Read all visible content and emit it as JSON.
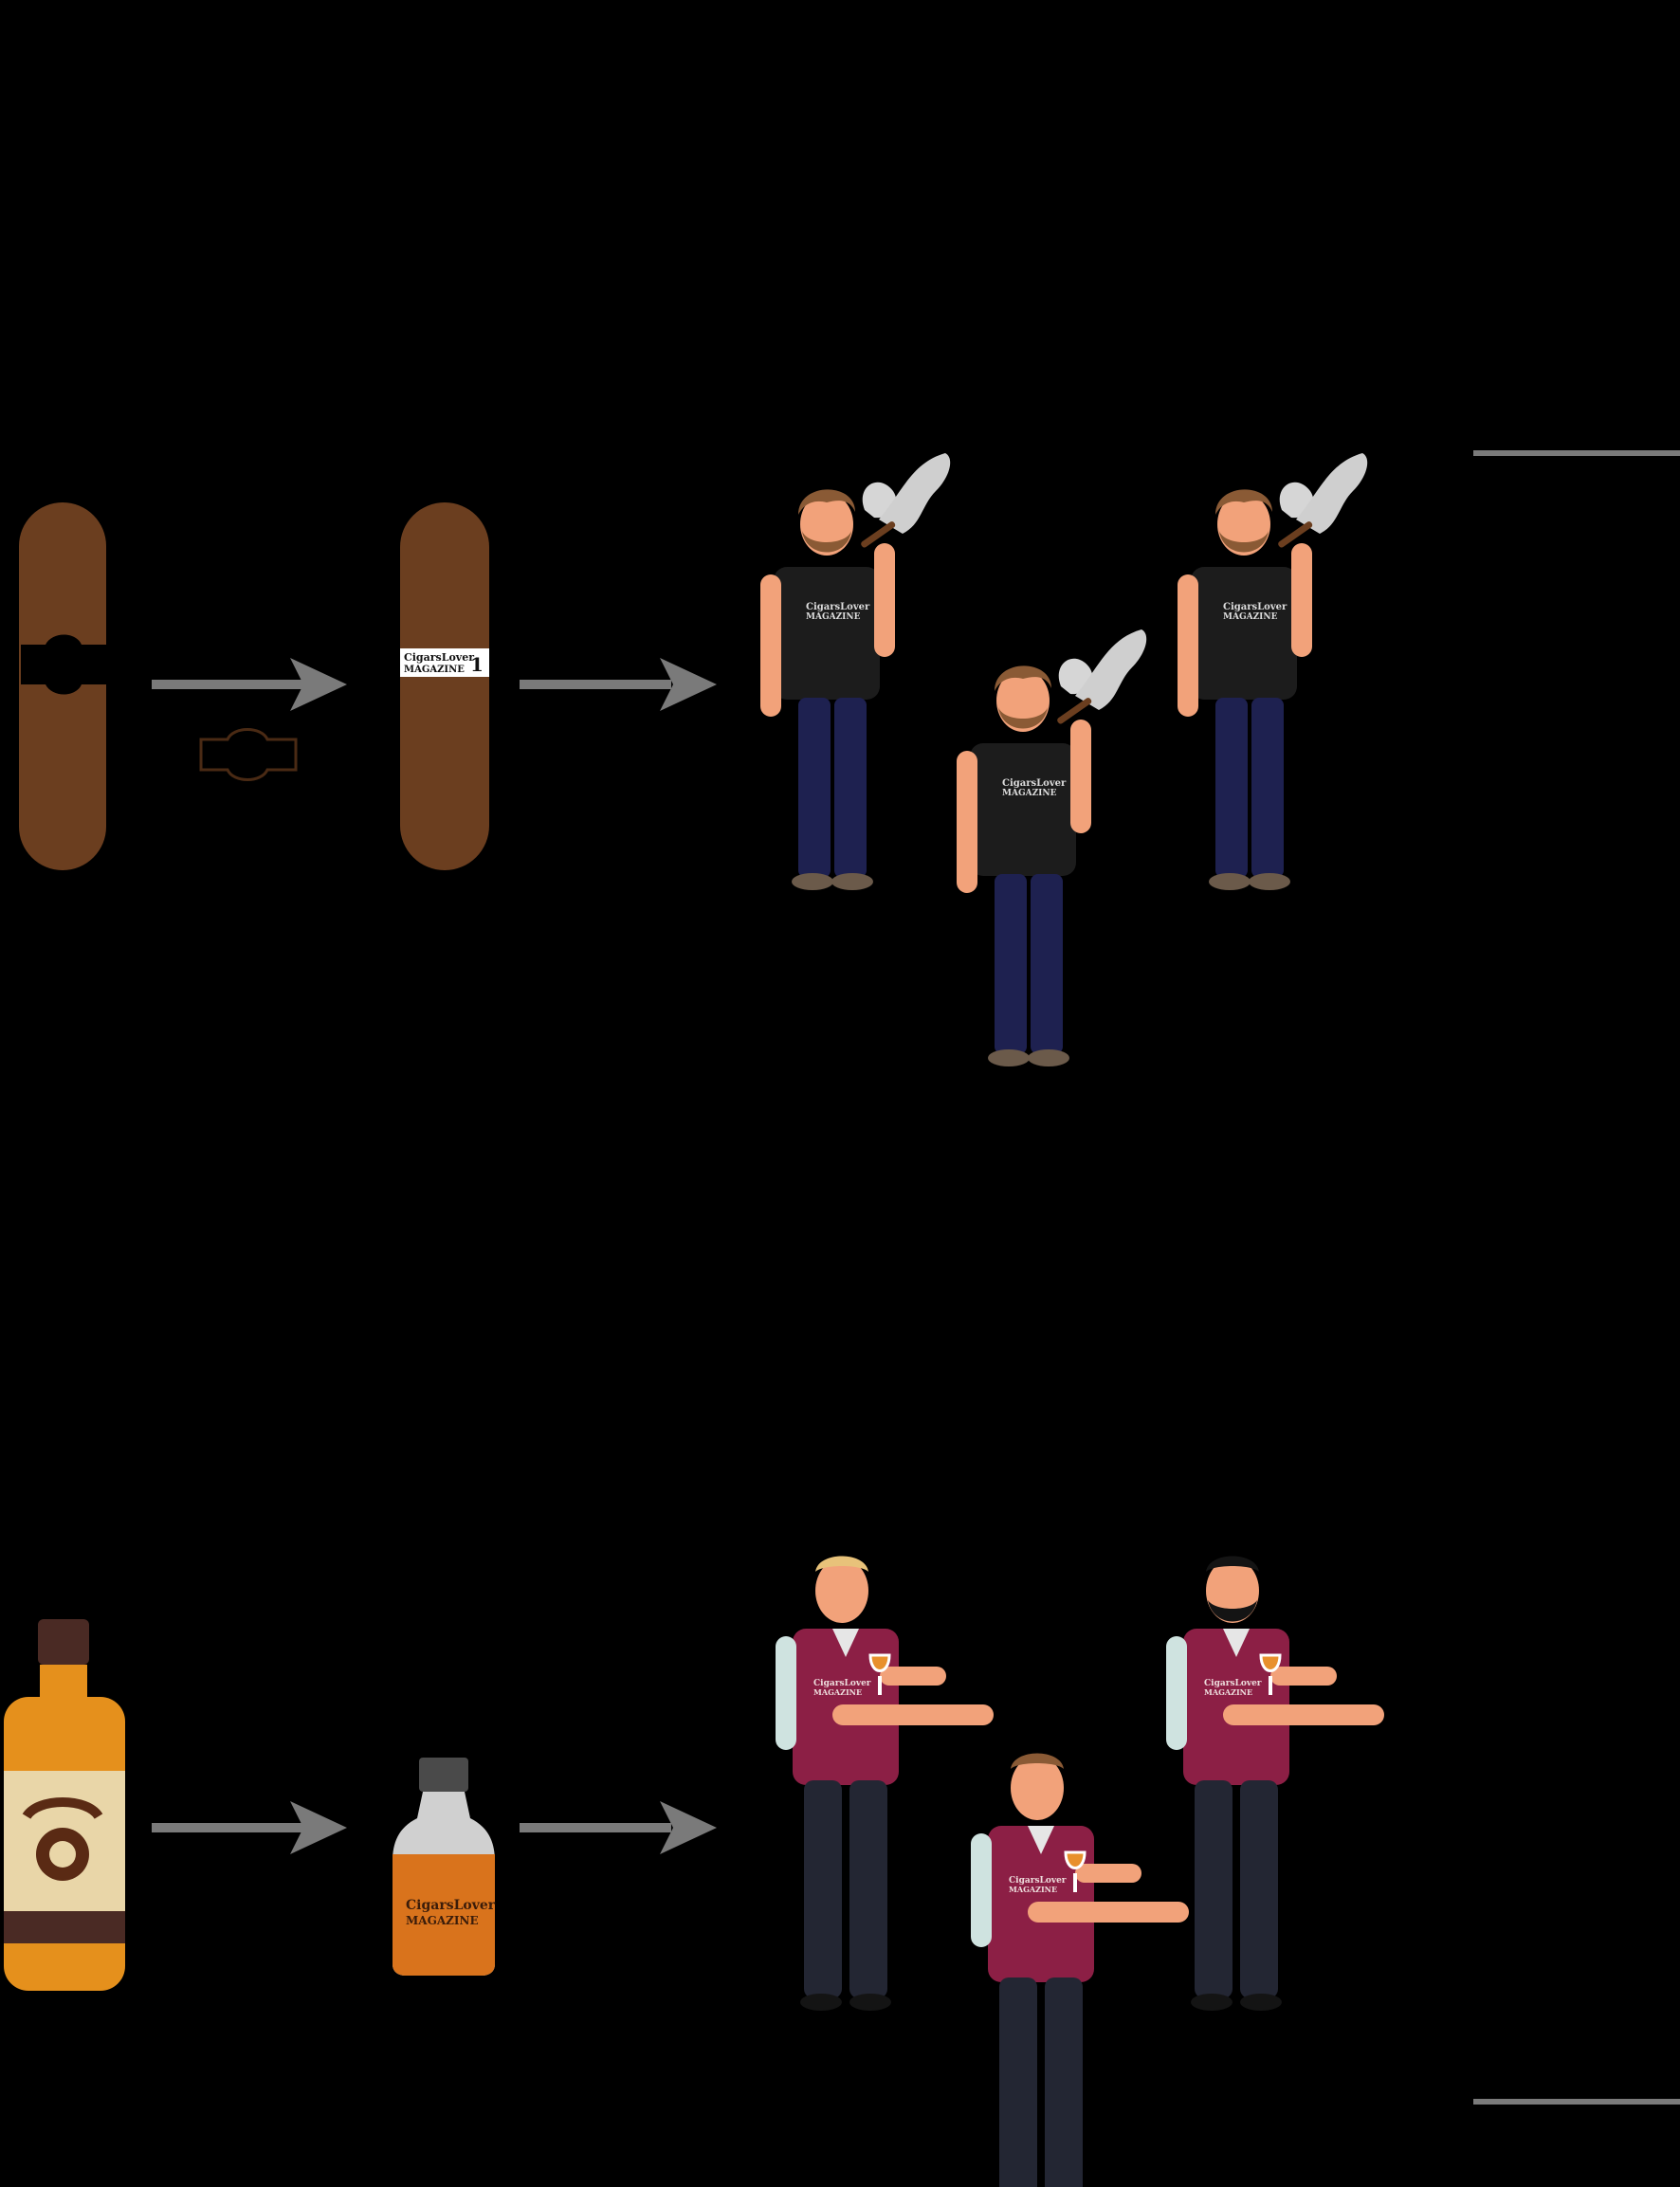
{
  "band": {
    "line1": "CigarsLover",
    "line2": "MAGAZINE",
    "number": "1"
  },
  "shirt": {
    "line1": "CigarsLover",
    "line2": "MAGAZINE"
  },
  "bottle_label": {
    "line1": "CigarsLover",
    "line2": "MAGAZINE"
  },
  "vest": {
    "line1": "CigarsLover",
    "line2": "MAGAZINE"
  },
  "colors": {
    "background": "#000000",
    "cigar": "#6B3E1F",
    "arrow": "#7A7A7A",
    "band_white": "#FFFFFF",
    "shirt": "#1C1C1C",
    "jeans": "#1E2150",
    "skin": "#F2A27A",
    "hair": "#8A5A35",
    "vest": "#8C1F45",
    "whisky": "#E5901C",
    "small_bottle": "#D9731C",
    "cap": "#4A4A4A",
    "smoke": "#D6D6D6"
  }
}
